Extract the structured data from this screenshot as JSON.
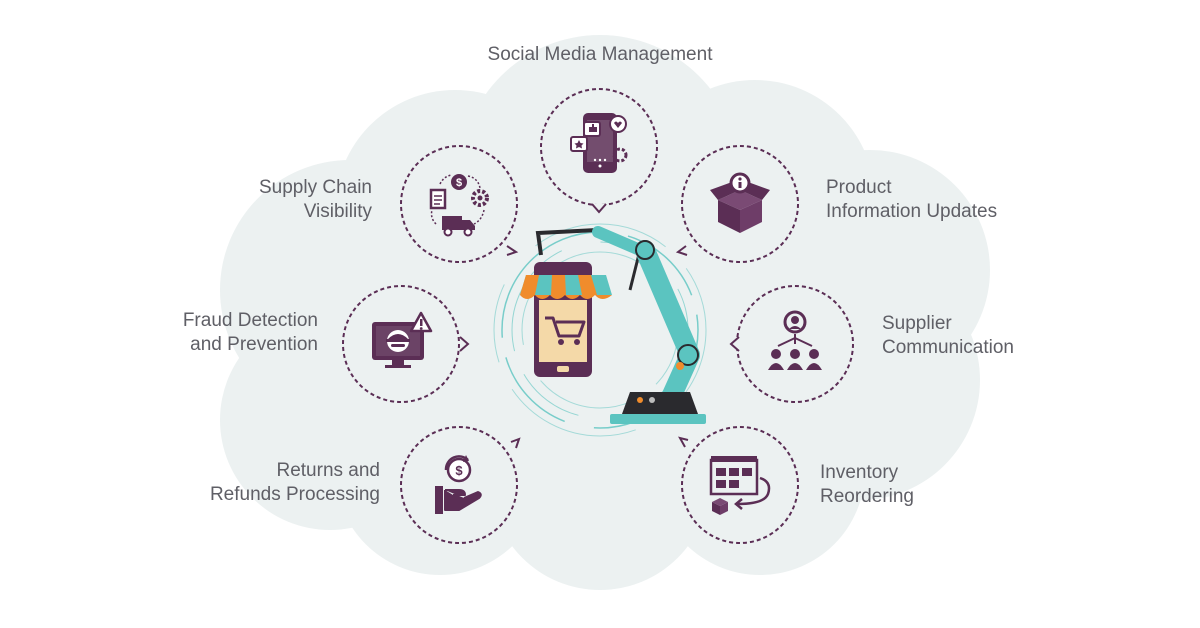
{
  "colors": {
    "cloud": "#ecf1f1",
    "icon": "#5b2e55",
    "teal": "#5bc4c0",
    "orange": "#f08c2c",
    "phone_screen": "#f4d9a8",
    "text": "#5f5f66"
  },
  "center": {
    "icon": "robot-arm-shop-phone-icon"
  },
  "nodes": [
    {
      "id": "social",
      "icon": "smartphone-social-icon",
      "lines": [
        "Social Media Management"
      ]
    },
    {
      "id": "product",
      "icon": "open-box-info-icon",
      "lines": [
        "Product",
        "Information Updates"
      ]
    },
    {
      "id": "supplier",
      "icon": "hierarchy-people-icon",
      "lines": [
        "Supplier",
        "Communication"
      ]
    },
    {
      "id": "inventory",
      "icon": "warehouse-reorder-icon",
      "lines": [
        "Inventory",
        "Reordering"
      ]
    },
    {
      "id": "returns",
      "icon": "hand-refund-coin-icon",
      "lines": [
        "Returns and",
        "Refunds Processing"
      ]
    },
    {
      "id": "fraud",
      "icon": "monitor-hacker-alert-icon",
      "lines": [
        "Fraud Detection",
        "and Prevention"
      ]
    },
    {
      "id": "supply",
      "icon": "supply-chain-cycle-icon",
      "lines": [
        "Supply Chain",
        "Visibility"
      ]
    }
  ]
}
